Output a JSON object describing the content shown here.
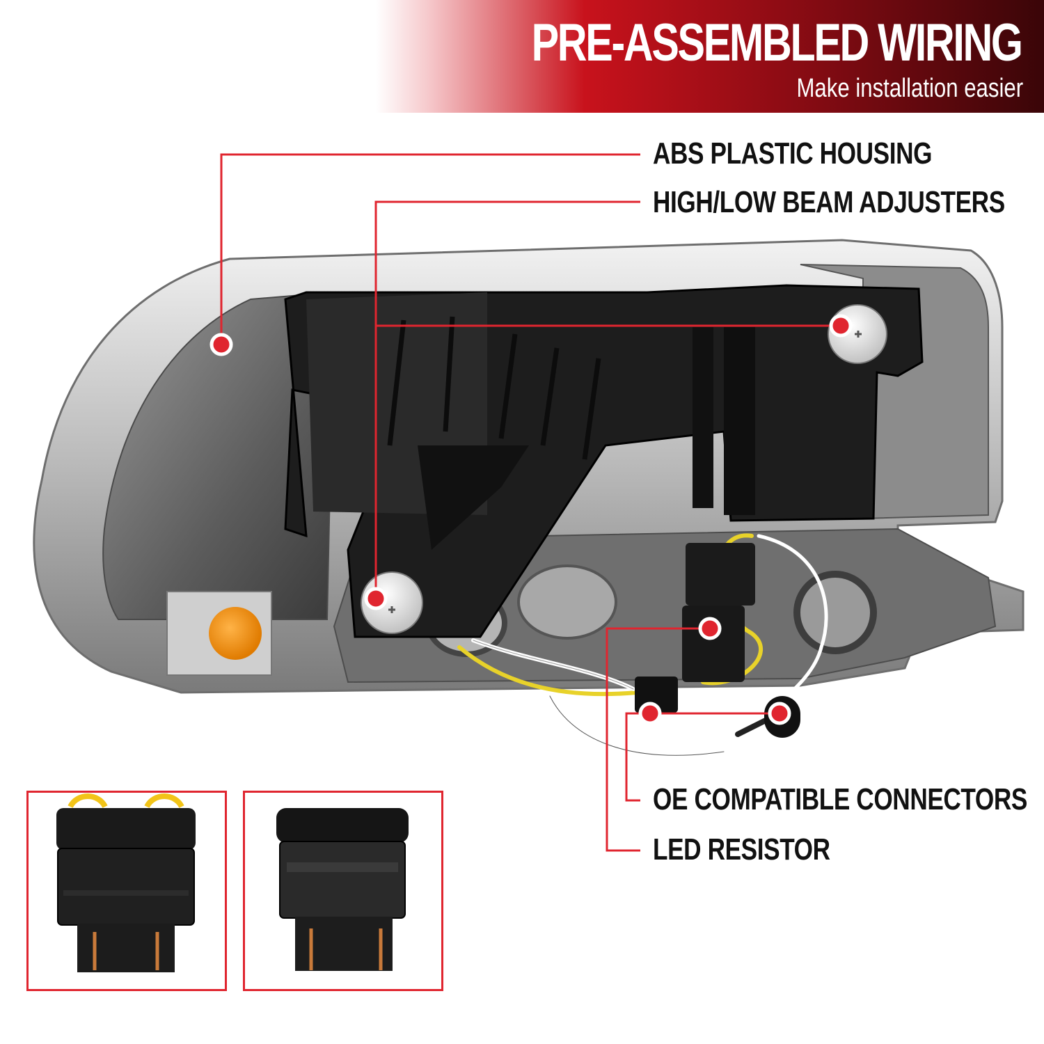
{
  "banner": {
    "title": "PRE-ASSEMBLED WIRING",
    "subtitle": "Make installation easier"
  },
  "callouts": {
    "abs_housing": "ABS PLASTIC HOUSING",
    "beam_adjusters": "HIGH/LOW BEAM ADJUSTERS",
    "oe_connectors": "OE COMPATIBLE CONNECTORS",
    "led_resistor": "LED RESISTOR"
  },
  "colors": {
    "accent_red": "#e0252f",
    "banner_dark": "#3a0508",
    "text": "#111111"
  },
  "icons": [
    "red-marker-dot-icon"
  ]
}
